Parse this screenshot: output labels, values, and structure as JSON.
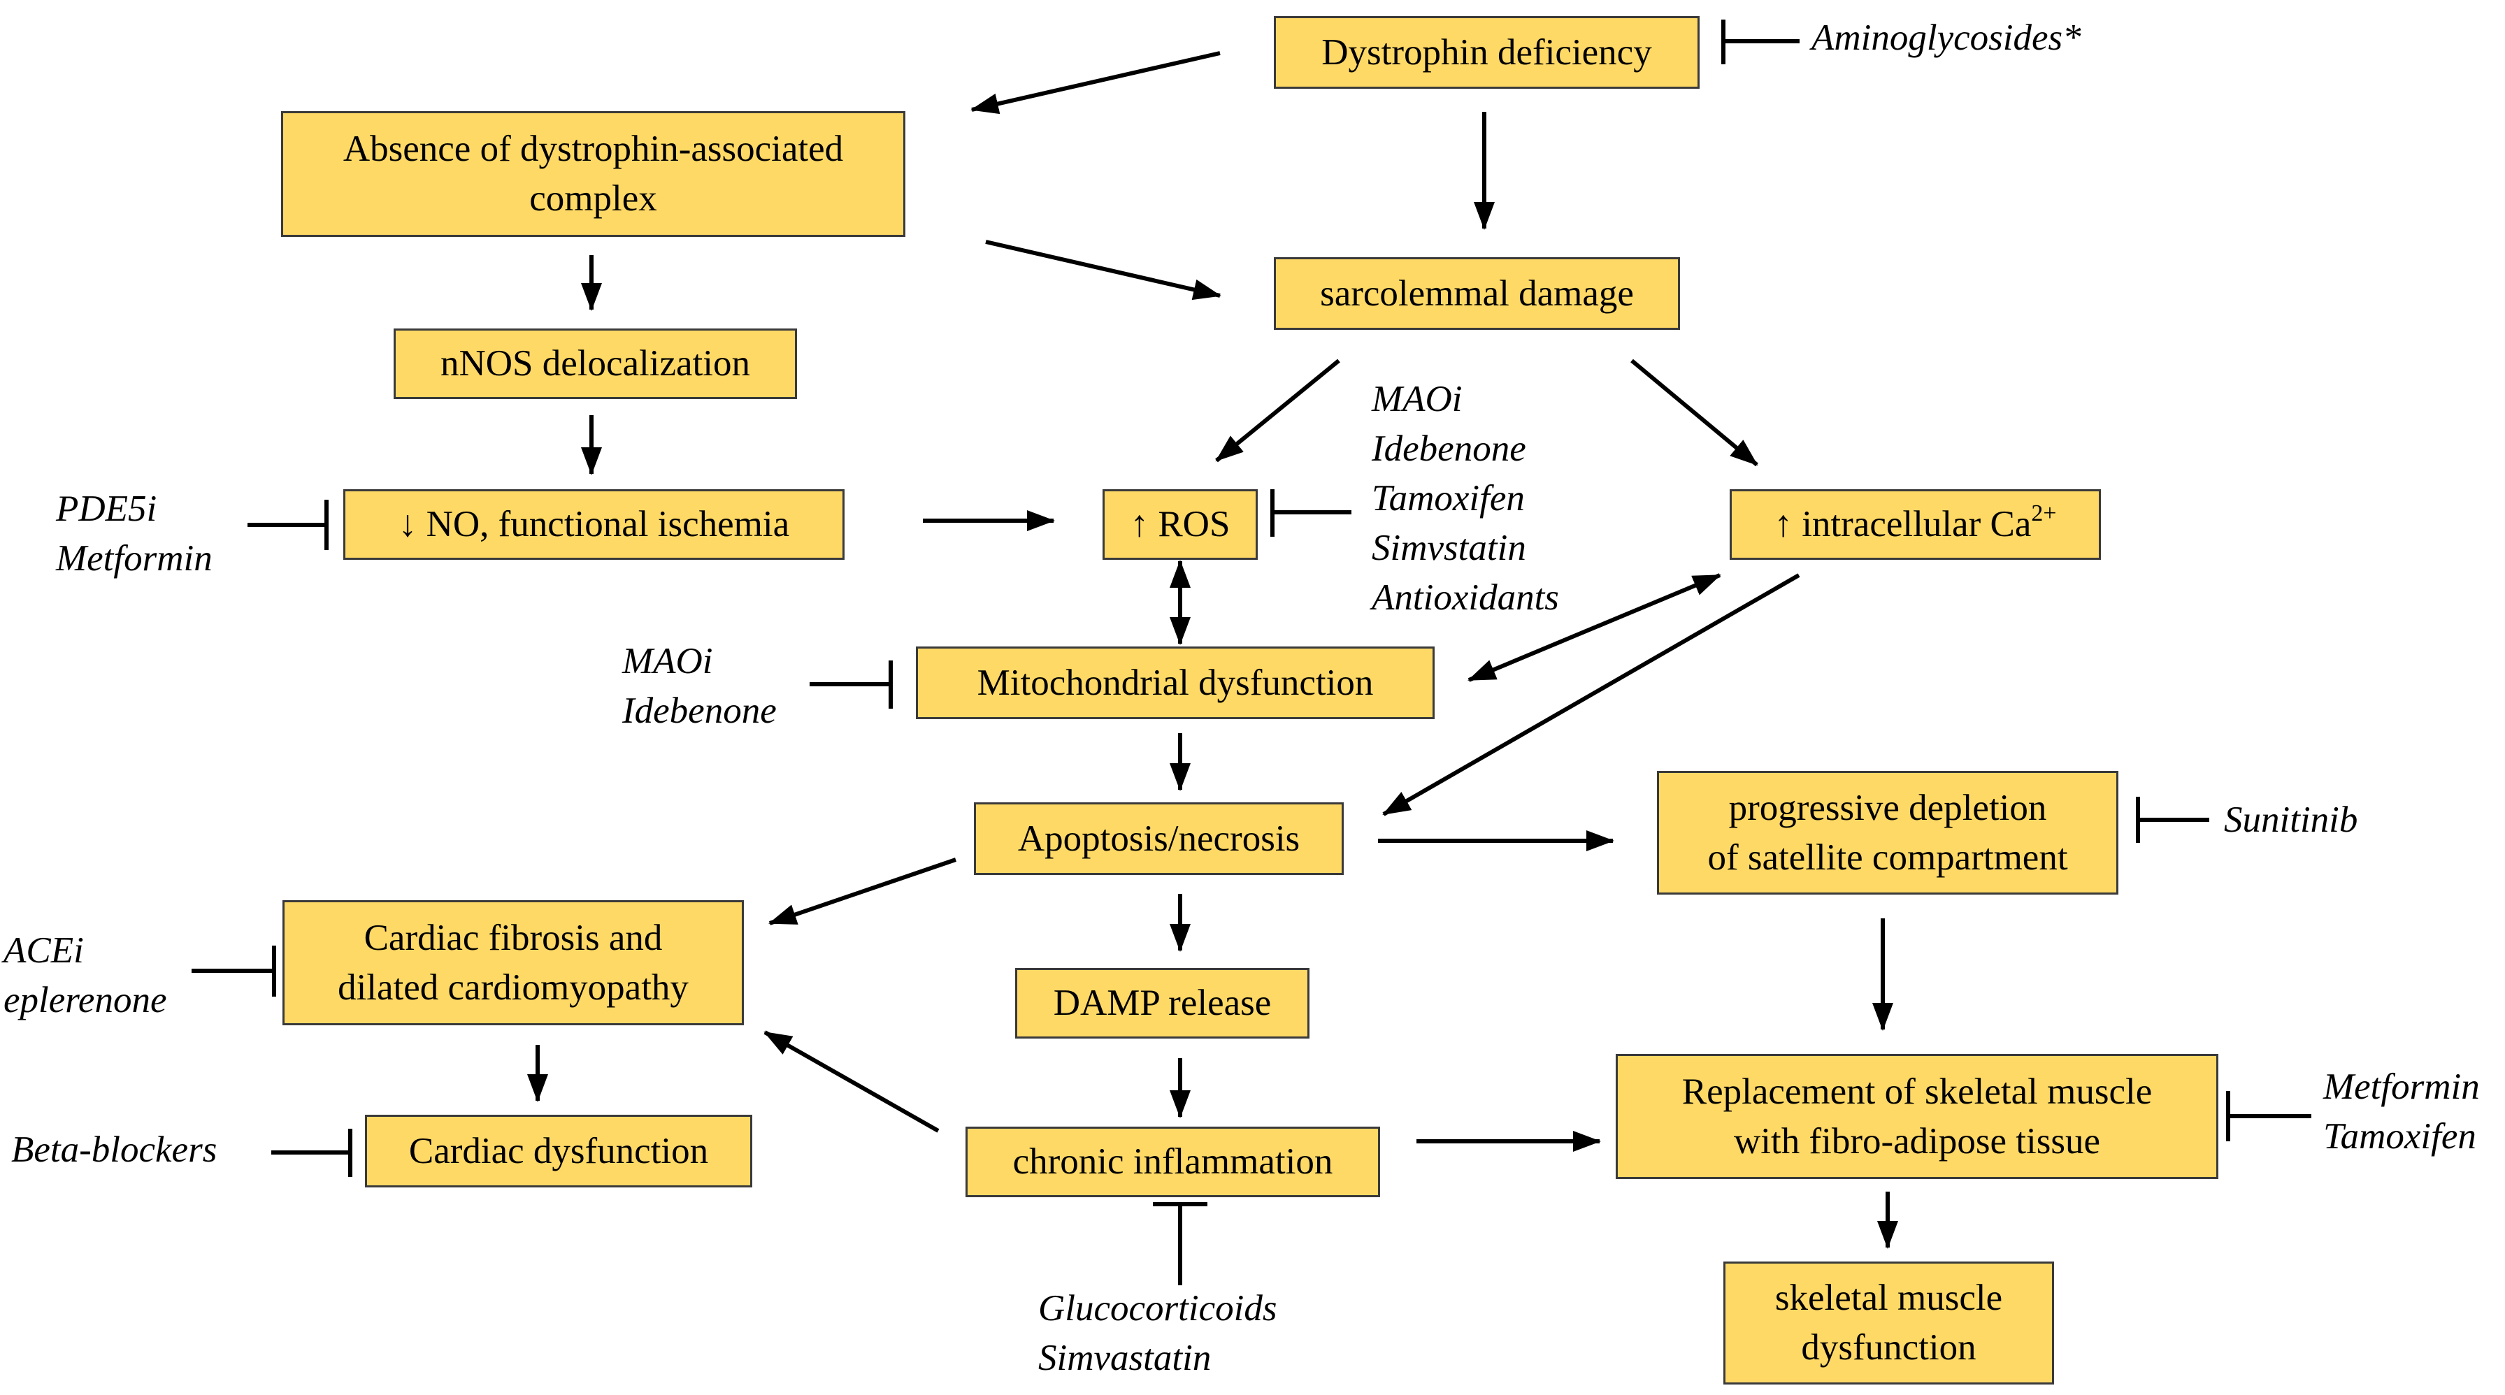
{
  "colors": {
    "box_fill": "#FFD966",
    "box_border": "#3a3a3a",
    "line": "#000000"
  },
  "boxes": {
    "dystrophin": "Dystrophin deficiency",
    "absence_line1": "Absence of dystrophin-associated",
    "absence_line2": "complex",
    "sarcolemmal": "sarcolemmal damage",
    "nnos": "nNOS delocalization",
    "no_ischemia": "↓ NO, functional ischemia",
    "ros": "↑ ROS",
    "calcium": "↑ intracellular Ca",
    "calcium_sup": "2+",
    "mito": "Mitochondrial dysfunction",
    "apoptosis": "Apoptosis/necrosis",
    "depletion_line1": "progressive depletion",
    "depletion_line2": "of satellite compartment",
    "cardiac_fibrosis_line1": "Cardiac fibrosis and",
    "cardiac_fibrosis_line2": "dilated cardiomyopathy",
    "damp": "DAMP release",
    "cardiac_dysfunction": "Cardiac dysfunction",
    "inflammation": "chronic inflammation",
    "replacement_line1": "Replacement of skeletal muscle",
    "replacement_line2": "with fibro-adipose tissue",
    "skeletal_line1": "skeletal muscle",
    "skeletal_line2": "dysfunction"
  },
  "drugs": {
    "aminoglycosides": "Aminoglycosides*",
    "ros_inhibitors": [
      "MAOi",
      "Idebenone",
      "Tamoxifen",
      "Simvstatin",
      "Antioxidants"
    ],
    "ischemia_inhibitors": [
      "PDE5i",
      "Metformin"
    ],
    "mito_inhibitors": [
      "MAOi",
      "Idebenone"
    ],
    "satellite_inhibitor": "Sunitinib",
    "fibrosis_inhibitors": [
      "ACEi",
      "eplerenone"
    ],
    "cardiac_dysfunction_inhibitor": "Beta-blockers",
    "inflammation_inhibitors": [
      "Glucocorticoids",
      "Simvastatin"
    ],
    "replacement_inhibitors": [
      "Metformin",
      "Tamoxifen"
    ]
  }
}
